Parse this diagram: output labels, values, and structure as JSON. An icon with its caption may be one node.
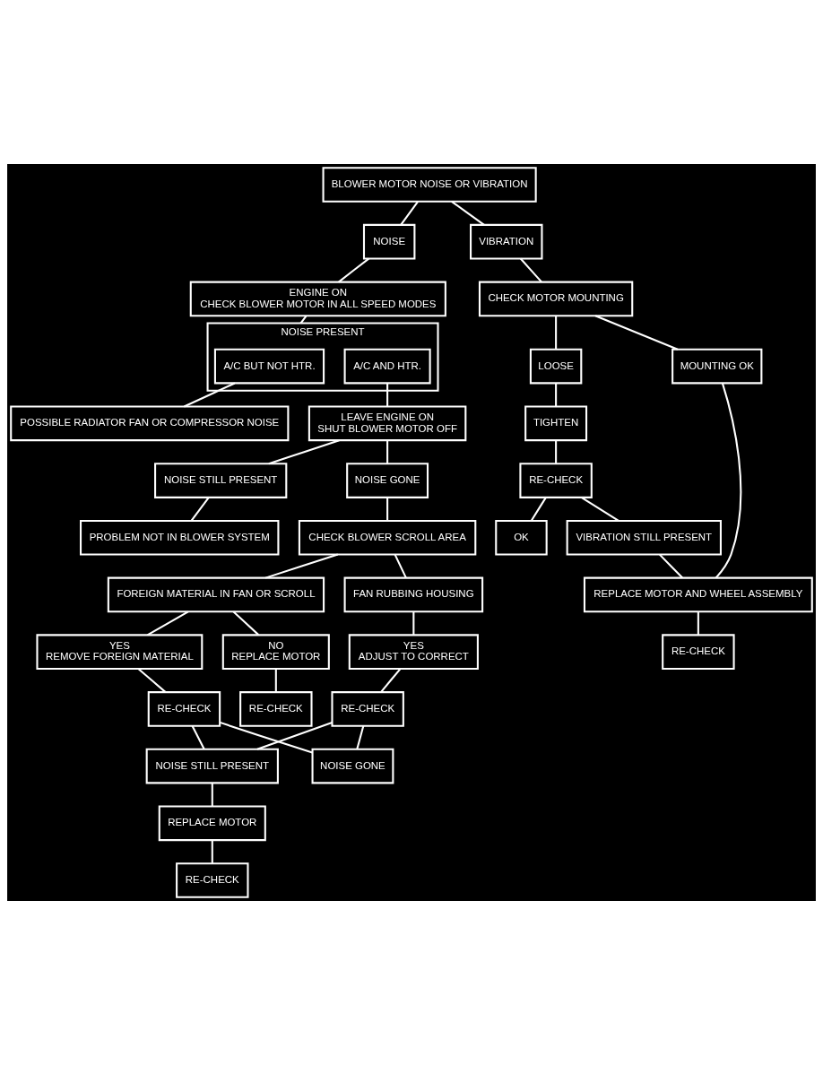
{
  "diagram": {
    "nodes": [
      {
        "text": [
          "BLOWER MOTOR NOISE OR VIBRATION"
        ]
      },
      {
        "text": [
          "NOISE"
        ]
      },
      {
        "text": [
          "VIBRATION"
        ]
      },
      {
        "text": [
          "ENGINE ON",
          "CHECK BLOWER MOTOR IN ALL SPEED MODES"
        ]
      },
      {
        "text": [
          "CHECK MOTOR MOUNTING"
        ]
      },
      {
        "text": [
          "NOISE PRESENT"
        ]
      },
      {
        "text": [
          "A/C BUT NOT HTR."
        ],
        "in": 5
      },
      {
        "text": [
          "A/C AND HTR."
        ],
        "in": 5
      },
      {
        "text": [
          "LOOSE"
        ]
      },
      {
        "text": [
          "MOUNTING OK"
        ]
      },
      {
        "text": [
          "TIGHTEN"
        ]
      },
      {
        "text": [
          "POSSIBLE RADIATOR FAN OR COMPRESSOR NOISE"
        ]
      },
      {
        "text": [
          "LEAVE ENGINE ON",
          "SHUT BLOWER MOTOR OFF"
        ]
      },
      {
        "text": [
          "RE-CHECK"
        ]
      },
      {
        "text": [
          "OK"
        ]
      },
      {
        "text": [
          "NOISE STILL PRESENT"
        ]
      },
      {
        "text": [
          "NOISE GONE"
        ]
      },
      {
        "text": [
          "VIBRATION STILL PRESENT"
        ]
      },
      {
        "text": [
          "PROBLEM NOT IN BLOWER SYSTEM"
        ]
      },
      {
        "text": [
          "CHECK BLOWER SCROLL AREA"
        ]
      },
      {
        "text": [
          "REPLACE MOTOR AND WHEEL ASSEMBLY"
        ]
      },
      {
        "text": [
          "FOREIGN MATERIAL IN FAN OR SCROLL"
        ]
      },
      {
        "text": [
          "FAN RUBBING HOUSING"
        ]
      },
      {
        "text": [
          "RE-CHECK"
        ]
      },
      {
        "text": [
          "YES",
          "REMOVE FOREIGN MATERIAL"
        ]
      },
      {
        "text": [
          "NO",
          "REPLACE MOTOR"
        ]
      },
      {
        "text": [
          "YES",
          "ADJUST TO CORRECT"
        ]
      },
      {
        "text": [
          "RE-CHECK"
        ]
      },
      {
        "text": [
          "RE-CHECK"
        ]
      },
      {
        "text": [
          "RE-CHECK"
        ]
      },
      {
        "text": [
          "NOISE STILL PRESENT"
        ]
      },
      {
        "text": [
          "NOISE GONE"
        ]
      },
      {
        "text": [
          "REPLACE MOTOR"
        ]
      },
      {
        "text": [
          "RE-CHECK"
        ]
      }
    ],
    "edges": [
      {
        "from": 0,
        "to": 1,
        "arrow": "none"
      },
      {
        "from": 0,
        "to": 2,
        "arrow": "none"
      },
      {
        "from": 1,
        "to": 3,
        "arrow": "none"
      },
      {
        "from": 2,
        "to": 4,
        "arrow": "none"
      },
      {
        "from": 3,
        "to": 5,
        "arrow": "none"
      },
      {
        "from": 4,
        "to": 8,
        "arrow": "none"
      },
      {
        "from": 4,
        "to": 9,
        "arrow": "none"
      },
      {
        "from": 8,
        "to": 10,
        "arrow": "none"
      },
      {
        "from": 6,
        "to": 11,
        "arrow": "none"
      },
      {
        "from": 7,
        "to": 12,
        "arrow": "none"
      },
      {
        "from": 10,
        "to": 13,
        "arrow": "none"
      },
      {
        "from": 13,
        "to": 14,
        "arrow": "none"
      },
      {
        "from": 13,
        "to": 17,
        "arrow": "none"
      },
      {
        "from": 12,
        "to": 15,
        "arrow": "none"
      },
      {
        "from": 12,
        "to": 16,
        "arrow": "none"
      },
      {
        "from": 15,
        "to": 18,
        "arrow": "none"
      },
      {
        "from": 16,
        "to": 19,
        "arrow": "none"
      },
      {
        "from": 9,
        "to": 20,
        "arrow": "none"
      },
      {
        "from": 17,
        "to": 20,
        "arrow": "none"
      },
      {
        "from": 19,
        "to": 21,
        "arrow": "none"
      },
      {
        "from": 19,
        "to": 22,
        "arrow": "none"
      },
      {
        "from": 20,
        "to": 23,
        "arrow": "none"
      },
      {
        "from": 21,
        "to": 24,
        "arrow": "none"
      },
      {
        "from": 21,
        "to": 25,
        "arrow": "none"
      },
      {
        "from": 22,
        "to": 26,
        "arrow": "none"
      },
      {
        "from": 25,
        "to": 27,
        "arrow": "none"
      },
      {
        "from": 24,
        "to": 28,
        "arrow": "none"
      },
      {
        "from": 26,
        "to": 29,
        "arrow": "none"
      },
      {
        "from": 28,
        "to": 30,
        "arrow": "none"
      },
      {
        "from": 28,
        "to": 31,
        "arrow": "none"
      },
      {
        "from": 29,
        "to": 30,
        "arrow": "none"
      },
      {
        "from": 29,
        "to": 31,
        "arrow": "none"
      },
      {
        "from": 30,
        "to": 32,
        "arrow": "none"
      },
      {
        "from": 32,
        "to": 33,
        "arrow": "none"
      }
    ]
  }
}
